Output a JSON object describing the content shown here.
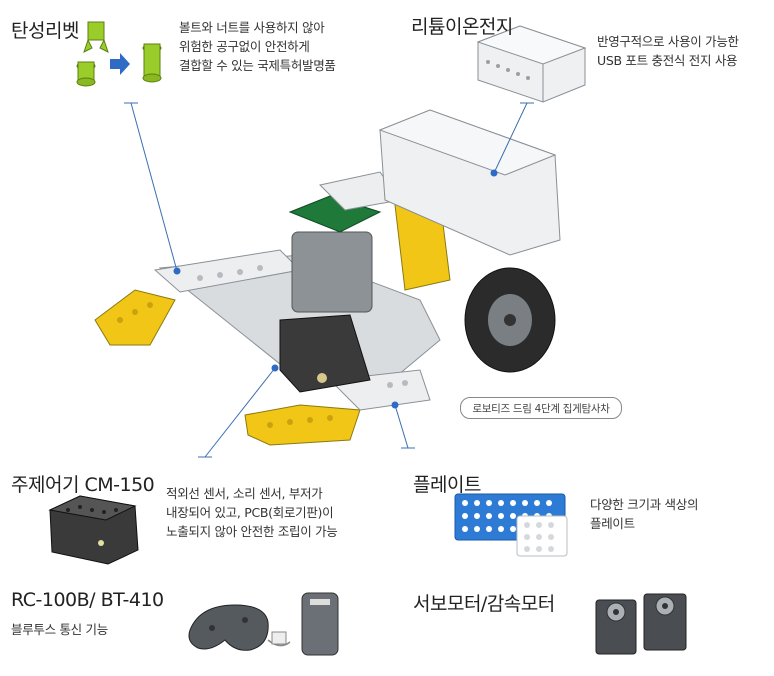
{
  "colors": {
    "line": "#3a6fb0",
    "dot": "#2f6bc4",
    "robot_white": "#e6e8ea",
    "robot_gray": "#9aa0a6",
    "robot_yellow": "#f2c616",
    "robot_green": "#1f7a3a",
    "robot_dark": "#333333",
    "plate_blue": "#2e7bd6",
    "rivet_green": "#9acd2a",
    "arrow_blue": "#2f6bc4"
  },
  "parts": {
    "rivet": {
      "title": "탄성리벳",
      "desc": [
        "볼트와 너트를 사용하지 않아",
        "위험한 공구없이 안전하게",
        "결합할 수 있는 국제특허발명품"
      ]
    },
    "battery": {
      "title": "리튬이온전지",
      "desc": [
        "반영구적으로 사용이 가능한",
        "USB 포트 충전식 전지 사용"
      ]
    },
    "controller": {
      "title": "주제어기 CM-150",
      "desc": [
        "적외선 센서, 소리 센서, 부저가",
        "내장되어 있고, PCB(회로기판)이",
        "노출되지 않아 안전한 조립이 가능"
      ]
    },
    "plate": {
      "title": "플레이트",
      "desc": [
        "다양한 크기과 색상의",
        "플레이트"
      ]
    },
    "bluetooth": {
      "title": "RC-100B/ BT-410",
      "desc": [
        "블루투스 통신 기능"
      ]
    },
    "servo": {
      "title": "서보모터/감속모터",
      "desc": []
    }
  },
  "robot_caption": "로보티즈 드림 4단계 집게탐사차"
}
